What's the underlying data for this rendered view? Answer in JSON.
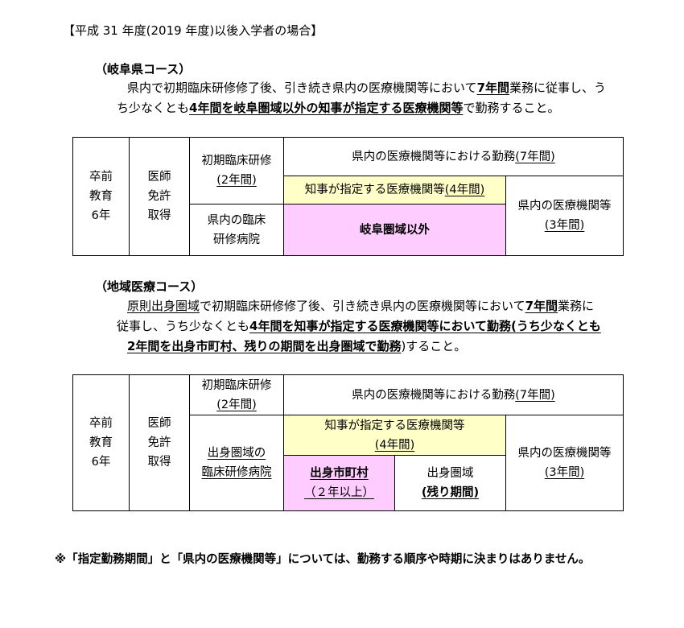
{
  "document_title": "【平成 31 年度(2019 年度)以後入学者の場合】",
  "colors": {
    "designated_institution_background": "#ffffc8",
    "specified_area_background": "#ffccff",
    "table_border": "#000000"
  },
  "gifu_course": {
    "heading": "（岐阜県コース）",
    "description_lines": [
      [
        "県内で初期臨床研修修了後、引き続き県内の医療機関等において",
        "7年間",
        "業務に従事し、う"
      ],
      [
        "ち少なくとも",
        "4年間を岐阜圏域以外の知事が指定する医療機関等",
        "で勤務すること。"
      ]
    ],
    "table": {
      "pre_graduation": [
        "卒前",
        "教育",
        "6年"
      ],
      "medical_license": [
        "医師",
        "免許",
        "取得"
      ],
      "initial_training": [
        "初期臨床研修",
        "(2年間)"
      ],
      "training_hospital": [
        "県内の臨床",
        "研修病院"
      ],
      "prefecture_service": [
        "県内の医療機関等における勤務",
        "(7年間)"
      ],
      "designated_institutions": [
        "知事が指定する医療機関等",
        "(4年間)"
      ],
      "outside_gifu_area": "岐阜圏域以外",
      "prefecture_institutions": [
        "県内の医療機関等",
        "(3年間)"
      ]
    }
  },
  "community_course": {
    "heading": "（地域医療コース）",
    "description_lines": [
      [
        "原則出身圏域",
        "で初期臨床研修修了後、引き続き県内の医療機関等において",
        "7年間",
        "業務に"
      ],
      [
        "従事し、うち少なくとも",
        "4年間を知事が指定する医療機関等において勤務(うち少なくとも"
      ],
      [
        "2年間を出身市町村、残りの期間を出身圏域で勤務",
        ")すること。"
      ]
    ],
    "table": {
      "pre_graduation": [
        "卒前",
        "教育",
        "6年"
      ],
      "medical_license": [
        "医師",
        "免許",
        "取得"
      ],
      "initial_training": [
        "初期臨床研修",
        "(2年間)"
      ],
      "training_hospital": [
        "出身圏域の",
        "臨床研修病院"
      ],
      "prefecture_service": [
        "県内の医療機関等における勤務",
        "(7年間)"
      ],
      "designated_institutions": [
        "知事が指定する医療機関等",
        "(4年間)"
      ],
      "home_municipality": [
        "出身市町村",
        "（２年以上）"
      ],
      "home_area": [
        "出身圏域",
        "(残り期間)"
      ],
      "prefecture_institutions": [
        "県内の医療機関等",
        "(3年間)"
      ]
    }
  },
  "footnote": "※「指定勤務期間」と「県内の医療機関等」については、勤務する順序や時期に決まりはありません。"
}
